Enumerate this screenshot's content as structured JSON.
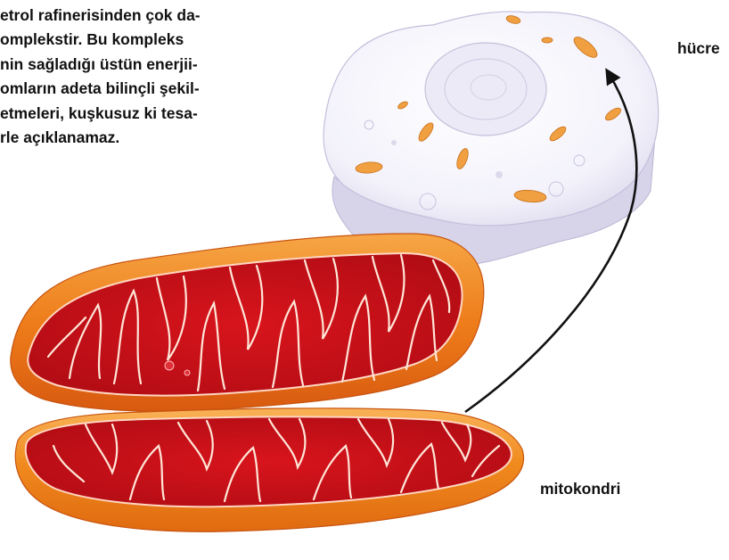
{
  "paragraph": {
    "lines": [
      "etrol rafinerisinden çok da-",
      "omplekstir. Bu kompleks",
      "nin sağladığı üstün enerjii-",
      "omların adeta bilinçli şekil-",
      "etmeleri, kuşkusuz ki tesa-",
      "rle açıklanamaz."
    ]
  },
  "labels": {
    "cell": "hücre",
    "mitochondrion": "mitokondri"
  },
  "colors": {
    "mito_outer": "#f08a1e",
    "mito_inner": "#d0141e",
    "cristae_line": "#ffe6d8",
    "organelle": "#f0a040",
    "cell_fill": "#f4f3fb",
    "arrow": "#111111"
  }
}
